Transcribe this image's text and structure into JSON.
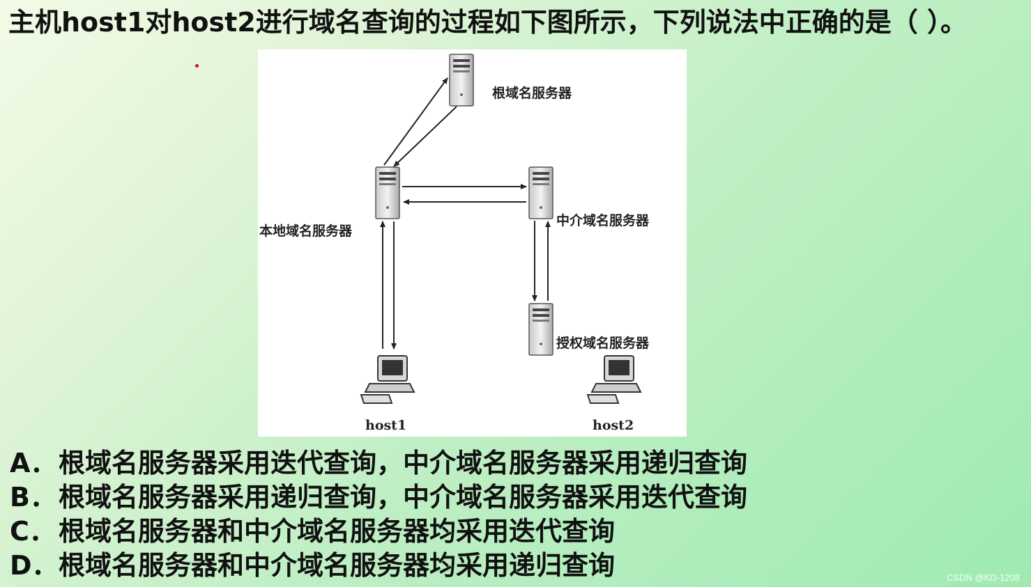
{
  "question": {
    "text": "主机host1对host2进行域名查询的过程如下图所示，下列说法中正确的是（ ）。"
  },
  "diagram": {
    "nodes": {
      "root_server": "根域名服务器",
      "local_server": "本地域名服务器",
      "intermediate_server": "中介域名服务器",
      "authoritative_server": "授权域名服务器",
      "host1": "host1",
      "host2": "host2"
    },
    "edges": [
      {
        "from": "local_server",
        "to": "root_server"
      },
      {
        "from": "root_server",
        "to": "local_server"
      },
      {
        "from": "local_server",
        "to": "intermediate_server"
      },
      {
        "from": "intermediate_server",
        "to": "local_server"
      },
      {
        "from": "intermediate_server",
        "to": "authoritative_server"
      },
      {
        "from": "authoritative_server",
        "to": "intermediate_server"
      },
      {
        "from": "host1",
        "to": "local_server"
      },
      {
        "from": "local_server",
        "to": "host1"
      }
    ]
  },
  "options": [
    {
      "letter": "A．",
      "text": "根域名服务器采用迭代查询，中介域名服务器采用递归查询"
    },
    {
      "letter": "B．",
      "text": "根域名服务器采用递归查询，中介域名服务器采用迭代查询"
    },
    {
      "letter": "C．",
      "text": "根域名服务器和中介域名服务器均采用迭代查询"
    },
    {
      "letter": "D．",
      "text": "根域名服务器和中介域名服务器均采用递归查询"
    }
  ],
  "watermark": "CSDN @KD-1208",
  "colors": {
    "background_start": "#f2fbe6",
    "background_end": "#9feab2",
    "figure_background": "#ffffff",
    "marker": "#d01010"
  }
}
